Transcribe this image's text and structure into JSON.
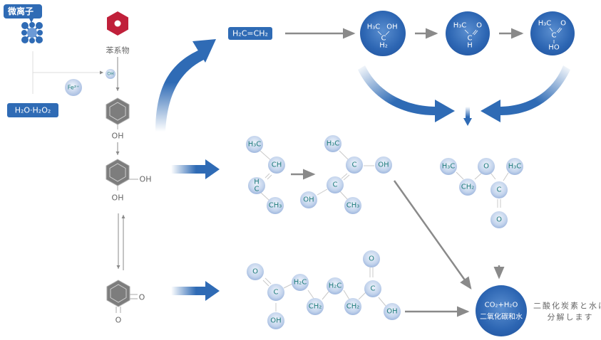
{
  "colors": {
    "brand_blue": "#2f6bb5",
    "atom_light": "#c4d4ec",
    "atom_text": "#1e7b7b",
    "arrow_gray": "#8a8a8a",
    "benzene_red": "#c0203a",
    "ring_gray": "#7d7d7d"
  },
  "left": {
    "micro_ion_label": "微离子",
    "micro_ion_icon": "molecule-cluster-icon",
    "h2o_label": "H₂O·H₂O₂",
    "fe_label": "Fe²⁺",
    "oh_radical_label": "OH",
    "benzene_label": "苯系物",
    "benzene_icon": "hexagon-icon",
    "phenol_sub": "OH",
    "catechol_sub_right": "OH",
    "catechol_sub_bottom": "OH",
    "quinone_sub_right": "O",
    "quinone_sub_bottom": "O"
  },
  "top_row": {
    "ethylene_label": "H₂C=CH₂",
    "ethanol": {
      "left": "H₃C",
      "right": "OH",
      "center": "C",
      "bottom": "H₂"
    },
    "acetaldehyde": {
      "left": "H₃C",
      "right": "O",
      "center": "C",
      "bottom": "H"
    },
    "acetic_acid": {
      "left": "H₃C",
      "right": "O",
      "center": "C",
      "bottom": "HO"
    }
  },
  "middle_row": {
    "mol1": [
      "H₃C",
      "CH",
      "H\nC",
      "CH₃"
    ],
    "mol1_hc_top": "H",
    "mol1_hc_bottom": "C",
    "mol2": [
      "H₃C",
      "C",
      "OH",
      "C",
      "OH",
      "CH₃"
    ],
    "ester": [
      "H₃C",
      "O",
      "H₃C",
      "CH₂",
      "C",
      "O"
    ]
  },
  "bottom_row": {
    "acid": [
      "O",
      "C",
      "OH",
      "H₂C",
      "CH₂",
      "H₂C",
      "CH₂",
      "O",
      "C",
      "OH"
    ]
  },
  "result": {
    "formula": "CO₂+H₂O",
    "chinese": "二氧化碳和水",
    "note_line1": "二酸化炭素と水に",
    "note_line2": "分解します"
  }
}
